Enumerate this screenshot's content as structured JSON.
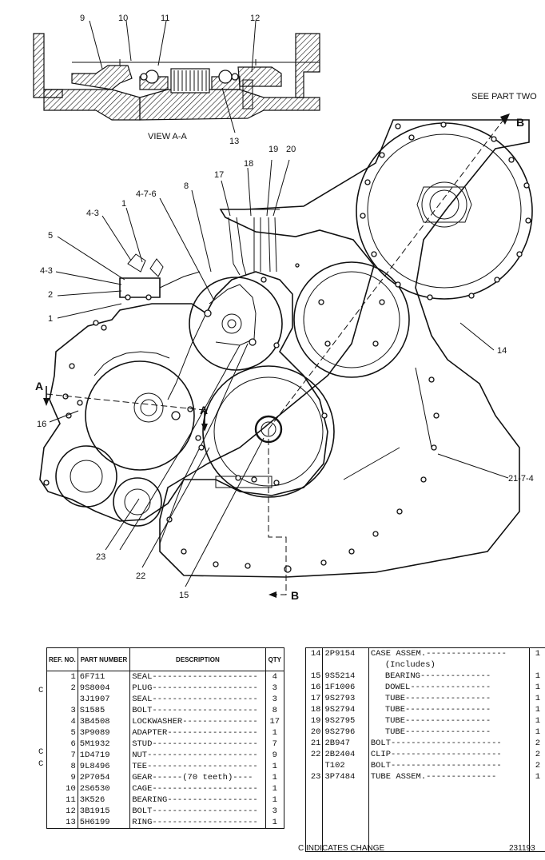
{
  "drawing": {
    "view_label": "VIEW A-A",
    "see_part_two": "SEE PART TWO",
    "section_a": "A",
    "section_b": "B",
    "callouts": {
      "c1": "1",
      "c2": "2",
      "c4_3a": "4-3",
      "c4_3b": "4-3",
      "c5": "5",
      "c1b": "1",
      "c4_7_6": "4-7-6",
      "c8": "8",
      "c9": "9",
      "c10": "10",
      "c11": "11",
      "c12": "12",
      "c13": "13",
      "c14": "14",
      "c15": "15",
      "c16": "16",
      "c17": "17",
      "c18": "18",
      "c19": "19",
      "c20": "20",
      "c21_7_4": "21-7-4",
      "c22": "22",
      "c23": "23"
    }
  },
  "table_left": {
    "headers": {
      "ref": "REF. NO.",
      "part": "PART NUMBER",
      "desc": "DESCRIPTION",
      "qty": "QTY"
    },
    "rows": [
      {
        "change": "",
        "ref": "1",
        "part": "6F711",
        "desc": "SEAL",
        "qty": "4"
      },
      {
        "change": "C",
        "ref": "2",
        "part": "9S8004",
        "desc": "PLUG",
        "qty": "3"
      },
      {
        "change": "",
        "ref": "",
        "part": "3J1907",
        "desc": "SEAL",
        "qty": "3"
      },
      {
        "change": "",
        "ref": "3",
        "part": "S1585",
        "desc": "BOLT",
        "qty": "8"
      },
      {
        "change": "",
        "ref": "4",
        "part": "3B4508",
        "desc": "LOCKWASHER",
        "qty": "17"
      },
      {
        "change": "",
        "ref": "5",
        "part": "3P9089",
        "desc": "ADAPTER",
        "qty": "1"
      },
      {
        "change": "C",
        "ref": "6",
        "part": "5M1932",
        "desc": "STUD",
        "qty": "7"
      },
      {
        "change": "C",
        "ref": "7",
        "part": "1D4719",
        "desc": "NUT",
        "qty": "9"
      },
      {
        "change": "",
        "ref": "8",
        "part": "9L8496",
        "desc": "TEE",
        "qty": "1"
      },
      {
        "change": "",
        "ref": "9",
        "part": "2P7054",
        "desc": "GEAR",
        "note": "(70 teeth)",
        "qty": "1"
      },
      {
        "change": "",
        "ref": "10",
        "part": "2S6530",
        "desc": "CAGE",
        "qty": "1"
      },
      {
        "change": "",
        "ref": "11",
        "part": "3K526",
        "desc": "BEARING",
        "qty": "1"
      },
      {
        "change": "",
        "ref": "12",
        "part": "3B1915",
        "desc": "BOLT",
        "qty": "3"
      },
      {
        "change": "",
        "ref": "13",
        "part": "5H6199",
        "desc": "RING",
        "qty": "1"
      }
    ]
  },
  "table_right": {
    "rows": [
      {
        "ref": "14",
        "part": "2P9154",
        "desc": "CASE ASSEM.",
        "qty": "1"
      },
      {
        "ref": "",
        "part": "",
        "desc": "(Includes)",
        "qty": ""
      },
      {
        "ref": "15",
        "part": "9S5214",
        "desc": "BEARING",
        "qty": "1"
      },
      {
        "ref": "16",
        "part": "1F1006",
        "desc": "DOWEL",
        "qty": "1"
      },
      {
        "ref": "17",
        "part": "9S2793",
        "desc": "TUBE",
        "qty": "1"
      },
      {
        "ref": "18",
        "part": "9S2794",
        "desc": "TUBE",
        "qty": "1"
      },
      {
        "ref": "19",
        "part": "9S2795",
        "desc": "TUBE",
        "qty": "1"
      },
      {
        "ref": "20",
        "part": "9S2796",
        "desc": "TUBE",
        "qty": "1"
      },
      {
        "ref": "21",
        "part": "2B947",
        "desc": "BOLT",
        "qty": "2"
      },
      {
        "ref": "22",
        "part": "2B2404",
        "desc": "CLIP",
        "qty": "2"
      },
      {
        "ref": "",
        "part": "T102",
        "desc": "BOLT",
        "qty": "2"
      },
      {
        "ref": "23",
        "part": "3P7484",
        "desc": "TUBE ASSEM.",
        "qty": "1"
      }
    ]
  },
  "footer": {
    "legend": "C INDICATES CHANGE",
    "doc_number": "231193"
  }
}
